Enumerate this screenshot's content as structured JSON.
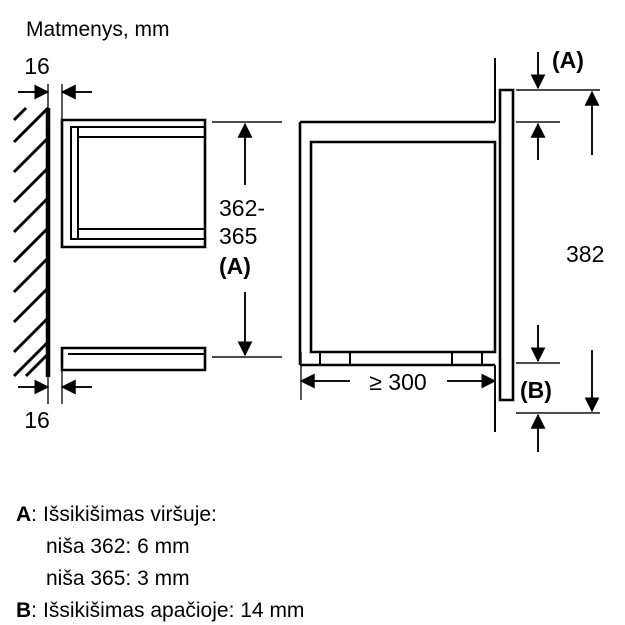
{
  "title": "Matmenys, mm",
  "drawing": {
    "type": "technical-dimension-drawing",
    "units": "mm",
    "views": [
      {
        "name": "side-view-left",
        "description": "niche side section with hatched wall"
      },
      {
        "name": "front-view-right",
        "description": "appliance front/section with door panel"
      }
    ]
  },
  "dimensions": {
    "wall_gap_top": "16",
    "wall_gap_bottom": "16",
    "niche_height": "362-\n365",
    "niche_height_line1": "362-",
    "niche_height_line2": "365",
    "niche_height_note": "(A)",
    "niche_depth": "≥ 300",
    "overall_height": "382",
    "top_protrusion_note": "(A)",
    "bottom_protrusion_note": "(B)"
  },
  "legend": {
    "a_key": "A",
    "a_sep": ":",
    "a_text": "Išsikišimas viršuje:",
    "a_line1": "niša 362: 6 mm",
    "a_line2": "niša 365: 3 mm",
    "b_key": "B",
    "b_sep": ":",
    "b_text": "Išsikišimas apačioje: 14 mm"
  },
  "colors": {
    "ink": "#000000",
    "background": "#ffffff"
  }
}
